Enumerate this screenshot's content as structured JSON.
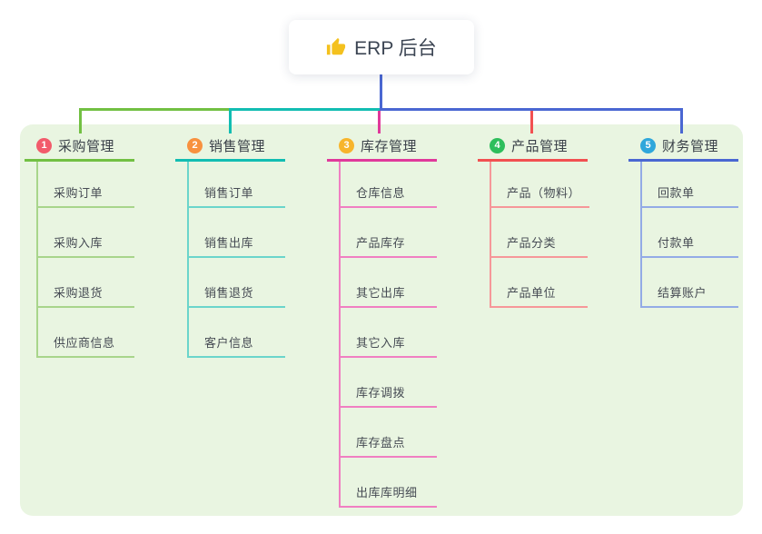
{
  "root": {
    "label": "ERP 后台",
    "icon": "thumbs-up-icon",
    "icon_color": "#F4C11E",
    "line_color": "#4A67D2"
  },
  "panel": {
    "background": "#E9F5E1"
  },
  "branches": [
    {
      "num": "1",
      "title": "采购管理",
      "colors": {
        "badge": "#F25B6B",
        "main": "#72C043",
        "light": "#A8D58B"
      },
      "children": [
        "采购订单",
        "采购入库",
        "采购退货",
        "供应商信息"
      ]
    },
    {
      "num": "2",
      "title": "销售管理",
      "colors": {
        "badge": "#F8913F",
        "main": "#12BDB2",
        "light": "#6BD5CB"
      },
      "children": [
        "销售订单",
        "销售出库",
        "销售退货",
        "客户信息"
      ]
    },
    {
      "num": "3",
      "title": "库存管理",
      "colors": {
        "badge": "#F7B52C",
        "main": "#E0399B",
        "light": "#F07FC2"
      },
      "children": [
        "仓库信息",
        "产品库存",
        "其它出库",
        "其它入库",
        "库存调拨",
        "库存盘点",
        "出库库明细"
      ]
    },
    {
      "num": "4",
      "title": "产品管理",
      "colors": {
        "badge": "#2EBE5C",
        "main": "#F25051",
        "light": "#F69799"
      },
      "children": [
        "产品（物料）",
        "产品分类",
        "产品单位"
      ]
    },
    {
      "num": "5",
      "title": "财务管理",
      "colors": {
        "badge": "#2FA7DB",
        "main": "#4A67D2",
        "light": "#93ABE6"
      },
      "children": [
        "回款单",
        "付款单",
        "结算账户"
      ]
    }
  ]
}
